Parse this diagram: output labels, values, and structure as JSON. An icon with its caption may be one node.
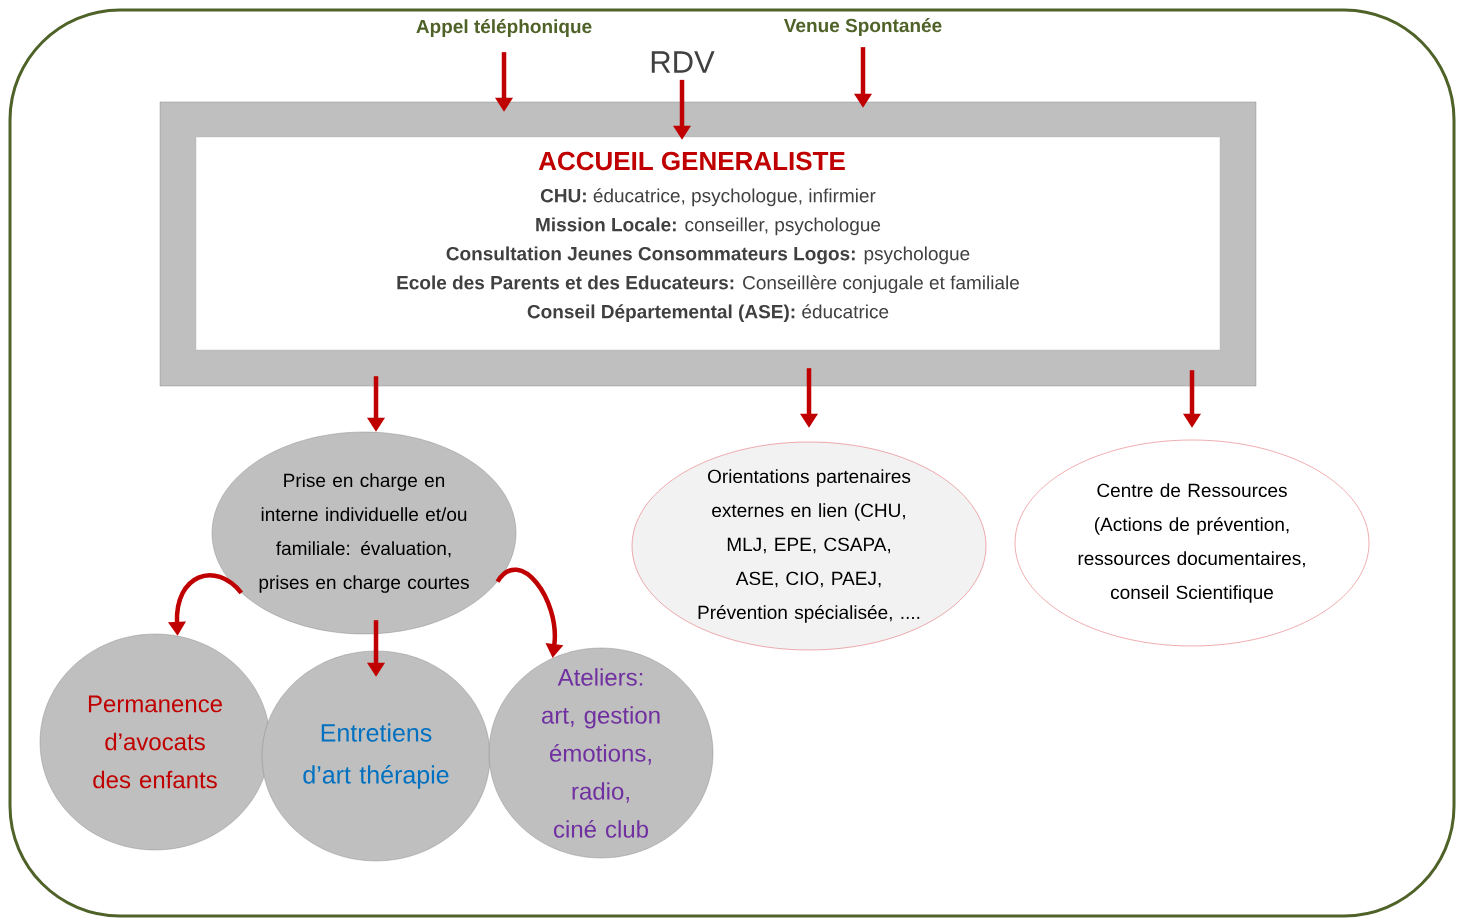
{
  "diagram": {
    "nodes": [
      {
        "text": [
          "Appel téléphonique"
        ]
      },
      {
        "text": [
          "RDV"
        ]
      },
      {
        "text": [
          "Venue Spontanée"
        ]
      },
      {
        "text": [
          "ACCUEIL GENERALISTE",
          "**CHU:** éducatrice, psychologue, infirmier",
          "**Mission Locale:** conseiller, psychologue",
          "**Consultation Jeunes Consommateurs Logos:** psychologue",
          "**Ecole des Parents et des Educateurs:** Conseillère conjugale et familiale",
          "**Conseil Départemental (ASE):** éducatrice"
        ]
      },
      {
        "text": [
          "Prise en charge en interne individuelle et/ou familiale: évaluation, prises en charge courtes"
        ]
      },
      {
        "text": [
          "Orientations partenaires externes en lien (CHU, MLJ, EPE, CSAPA, ASE, CIO, PAEJ, Prévention spécialisée, ...."
        ]
      },
      {
        "text": [
          "Centre de Ressources (Actions de prévention, ressources documentaires, conseil Scientifique"
        ]
      },
      {
        "text": [
          "Permanence d’avocats des enfants"
        ]
      },
      {
        "text": [
          "Entretiens d’art thérapie"
        ]
      },
      {
        "text": [
          "Ateliers: art, gestion émotions, radio, ciné club"
        ]
      }
    ],
    "edges": [
      {
        "from": 0,
        "to": 3,
        "arrow": "to"
      },
      {
        "from": 1,
        "to": 3,
        "arrow": "to"
      },
      {
        "from": 2,
        "to": 3,
        "arrow": "to"
      },
      {
        "from": 3,
        "to": 4,
        "arrow": "to"
      },
      {
        "from": 3,
        "to": 5,
        "arrow": "to"
      },
      {
        "from": 3,
        "to": 6,
        "arrow": "to"
      },
      {
        "from": 4,
        "to": 7,
        "arrow": "to"
      },
      {
        "from": 4,
        "to": 8,
        "arrow": "to"
      },
      {
        "from": 4,
        "to": 9,
        "arrow": "to"
      }
    ]
  }
}
